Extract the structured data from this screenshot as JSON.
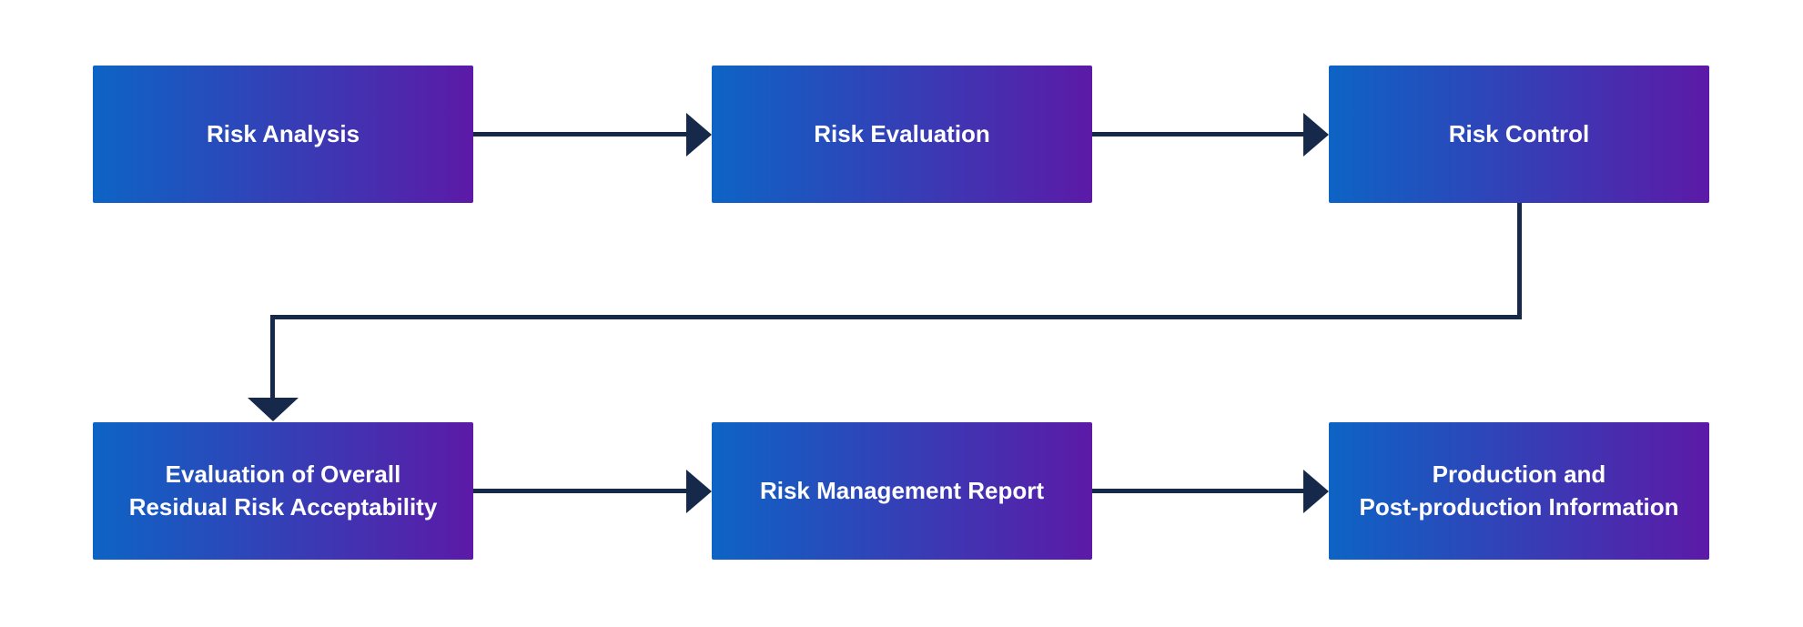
{
  "diagram": {
    "type": "flowchart",
    "nodes": [
      {
        "id": "risk-analysis",
        "lines": [
          "Risk Analysis"
        ]
      },
      {
        "id": "risk-evaluation",
        "lines": [
          "Risk Evaluation"
        ]
      },
      {
        "id": "risk-control",
        "lines": [
          "Risk Control"
        ]
      },
      {
        "id": "residual-risk-acceptability",
        "lines": [
          "Evaluation of Overall",
          "Residual Risk Acceptability"
        ]
      },
      {
        "id": "risk-management-report",
        "lines": [
          "Risk Management Report"
        ]
      },
      {
        "id": "production-information",
        "lines": [
          "Production and",
          "Post-production Information"
        ]
      }
    ],
    "edges": [
      {
        "from": "risk-analysis",
        "to": "risk-evaluation",
        "direction": "right"
      },
      {
        "from": "risk-evaluation",
        "to": "risk-control",
        "direction": "right"
      },
      {
        "from": "risk-control",
        "to": "residual-risk-acceptability",
        "direction": "down-left-down"
      },
      {
        "from": "residual-risk-acceptability",
        "to": "risk-management-report",
        "direction": "right"
      },
      {
        "from": "risk-management-report",
        "to": "production-information",
        "direction": "right"
      }
    ]
  },
  "colors": {
    "box_gradient_start": "#0d64c5",
    "box_gradient_end": "#5c1aa7",
    "connector": "#16294b",
    "node_text": "#ffffff",
    "background": "#ffffff"
  }
}
